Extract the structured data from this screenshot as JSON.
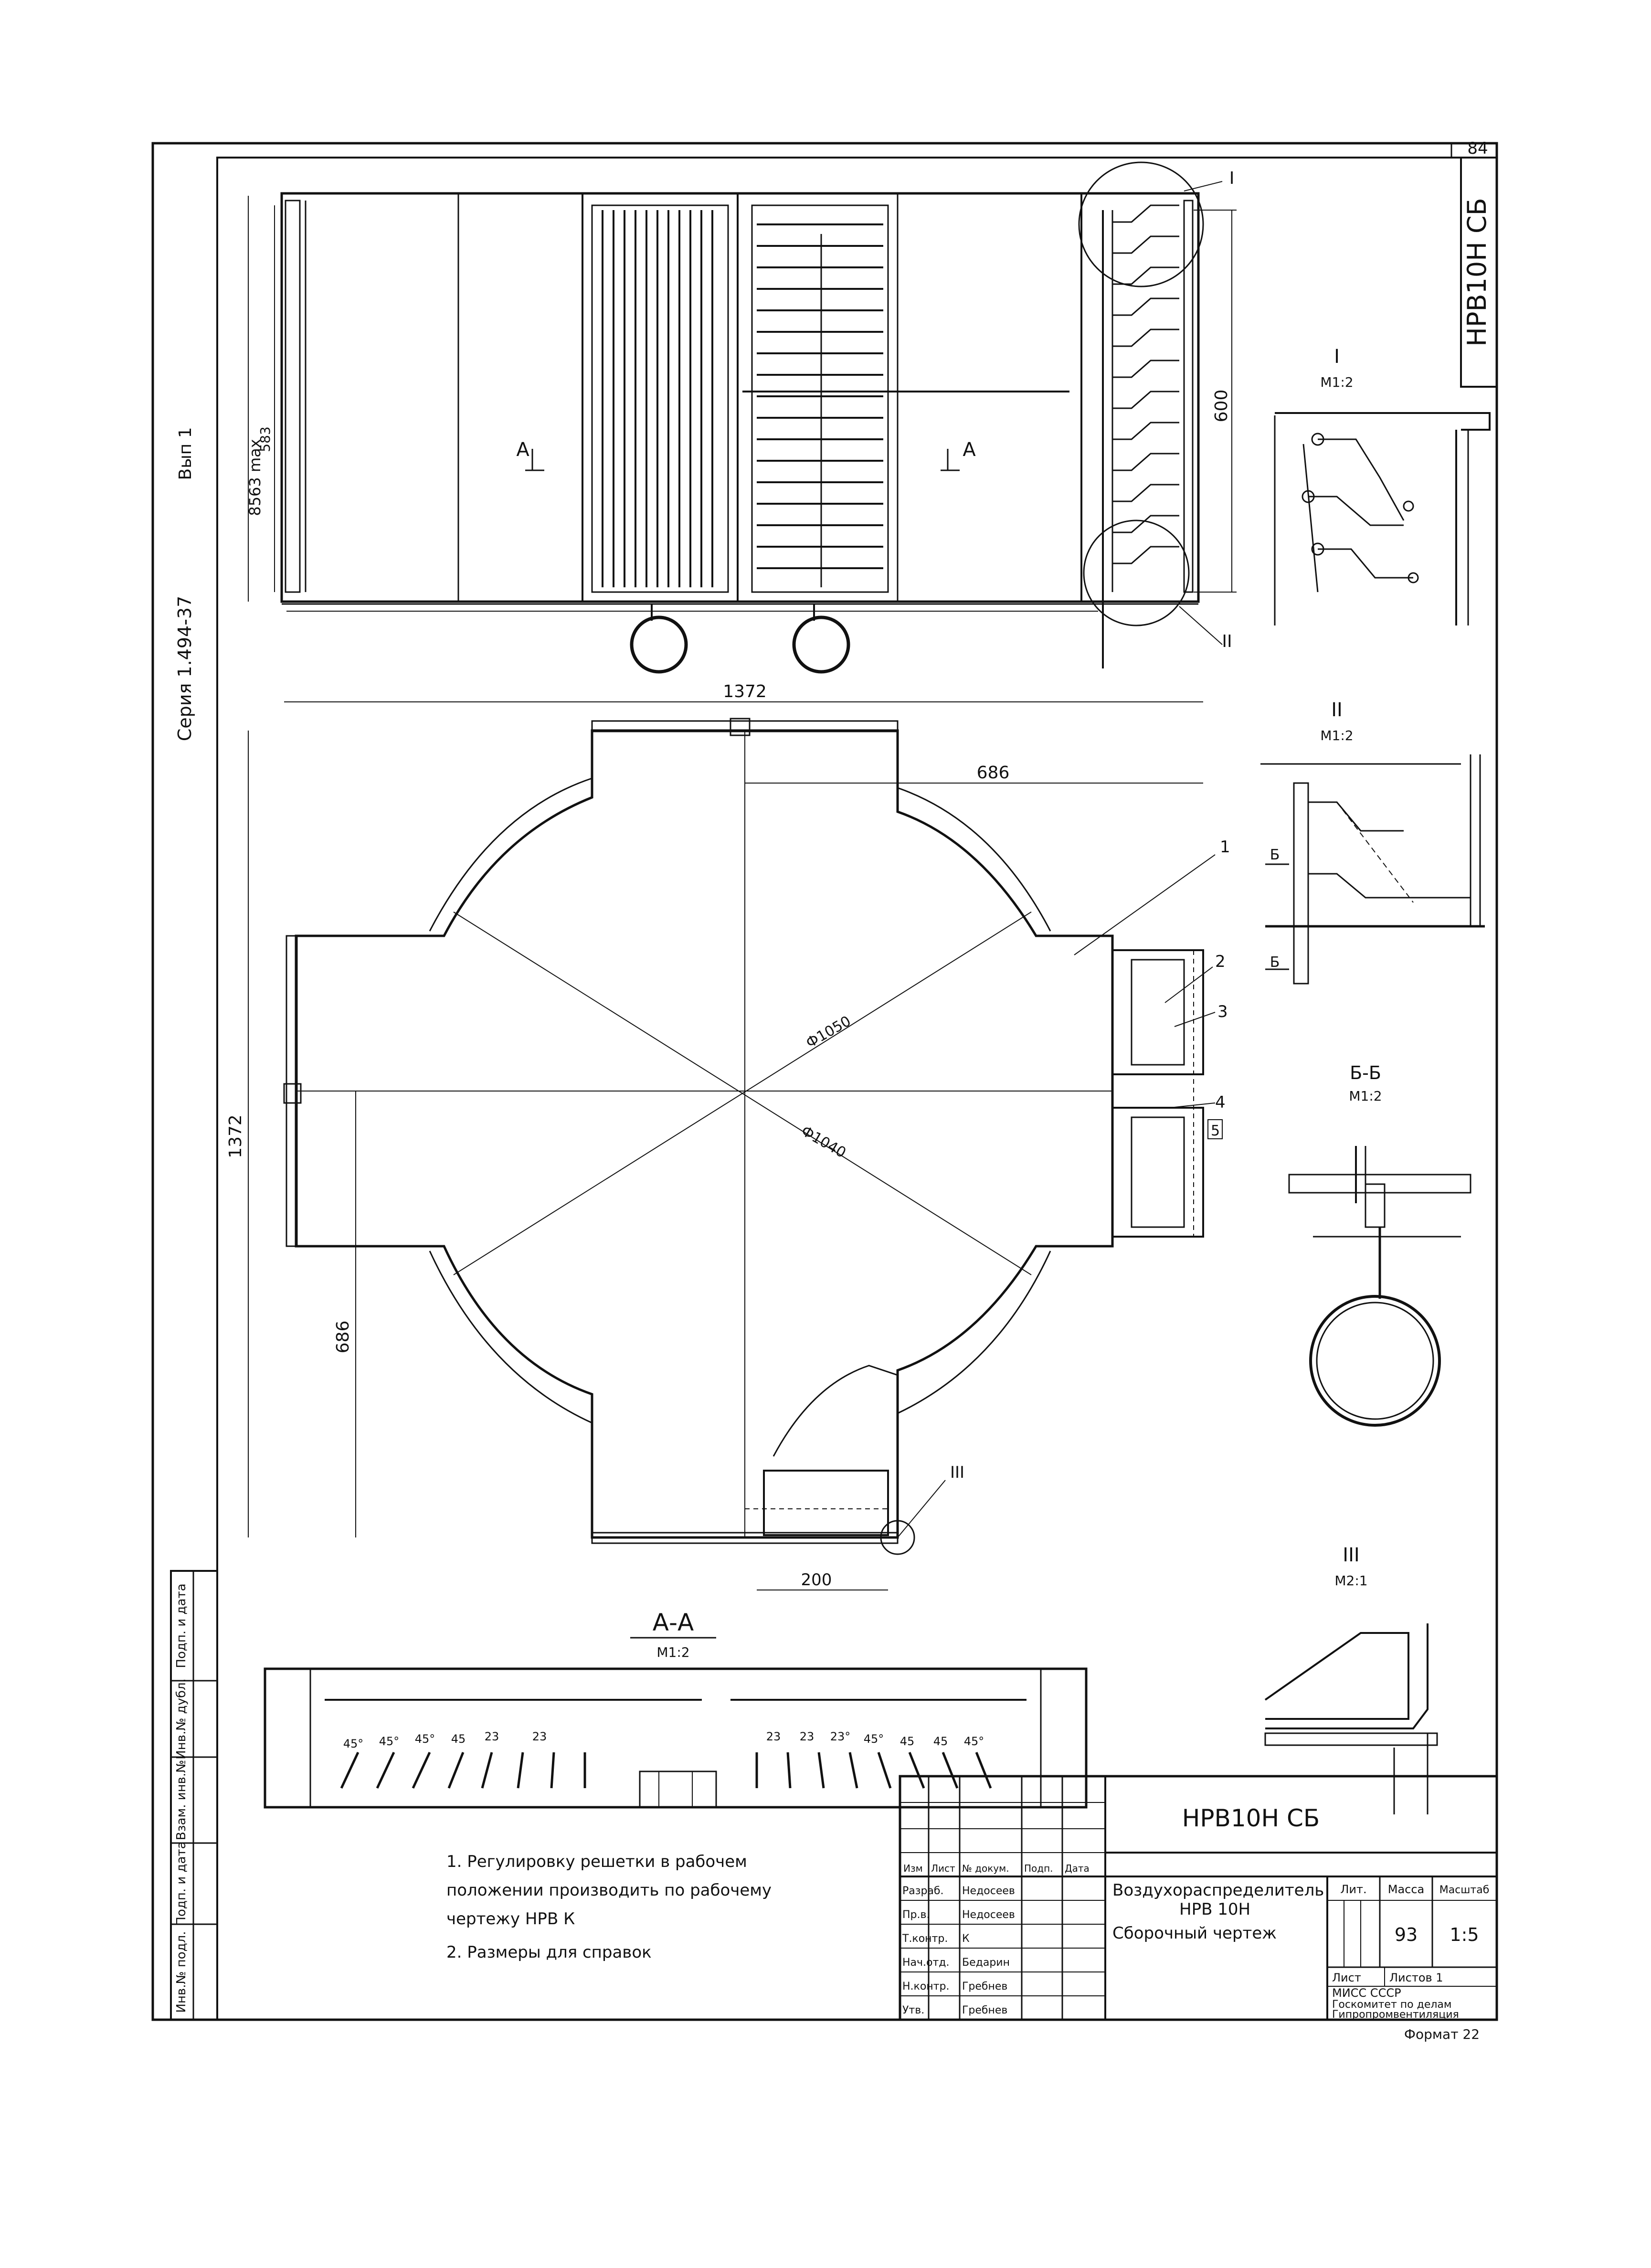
{
  "sheet": {
    "sheet_no": "84",
    "code_vertical": "НРВ10Н СБ",
    "series_vertical": "Серия 1.494-37",
    "issue_vertical": "Вып 1"
  },
  "main_view": {
    "dim_600": "600",
    "dim_8563": "8563 max",
    "dim_583": "583",
    "section_A_left": "A",
    "section_A_right": "A",
    "callout_I": "I",
    "callout_II": "II"
  },
  "plan_view": {
    "dim_top": "1372",
    "dim_686_top": "686",
    "dim_left": "1372",
    "dim_686_left": "686",
    "dim_1050": "Ф1050",
    "dim_1040": "Ф1040",
    "dim_200": "200",
    "callout_III": "III",
    "leaders": [
      "1",
      "2",
      "3",
      "4",
      "5"
    ]
  },
  "details": {
    "I": {
      "title": "I",
      "scale": "М1:2"
    },
    "II": {
      "title": "II",
      "scale": "М1:2",
      "label_b1": "Б",
      "label_b2": "Б"
    },
    "BB": {
      "title": "Б-Б",
      "scale": "М1:2"
    },
    "III": {
      "title": "III",
      "scale": "М2:1"
    }
  },
  "section_AA": {
    "title": "А-А",
    "scale": "М1:2",
    "angles_left": [
      "45°",
      "45°",
      "45°",
      "45",
      "23",
      "23"
    ],
    "angles_right": [
      "23",
      "23",
      "23°",
      "45°",
      "45",
      "45",
      "45°"
    ]
  },
  "notes": [
    "1. Регулировку решетки в рабочем",
    "положении производить по рабочему",
    "чертежу НРВ К",
    "2. Размеры для справок"
  ],
  "side_stamp": [
    "Инв.№ подл.",
    "Подп. и дата",
    "Взам. инв.№",
    "Инв.№ дубл.",
    "Подп. и дата"
  ],
  "title_block": {
    "code": "НРВ10Н СБ",
    "name_line1": "Воздухораспределитель",
    "name_line2": "НРВ 10Н",
    "name_line3": "Сборочный чертеж",
    "col_headers": [
      "Изм",
      "Лист",
      "№ докум.",
      "Подп.",
      "Дата"
    ],
    "roles": [
      {
        "role": "Разраб.",
        "name": "Недосеев"
      },
      {
        "role": "Пр.в.",
        "name": "Недосеев"
      },
      {
        "role": "Т.контр.",
        "name": "К"
      },
      {
        "role": "Нач.отд.",
        "name": "Бедарин"
      },
      {
        "role": "Н.контр.",
        "name": "Гребнев"
      },
      {
        "role": "Утв.",
        "name": "Гребнев"
      }
    ],
    "lit_header": "Лит.",
    "mass_header": "Масса",
    "scale_header": "Масштаб",
    "mass": "93",
    "scale": "1:5",
    "sheet": "Лист",
    "sheets": "Листов 1",
    "org_line1": "МИСС СССР",
    "org_line2": "Госкомитет по делам",
    "org_line3": "Гипропромвентиляция",
    "format": "Формат 22"
  }
}
